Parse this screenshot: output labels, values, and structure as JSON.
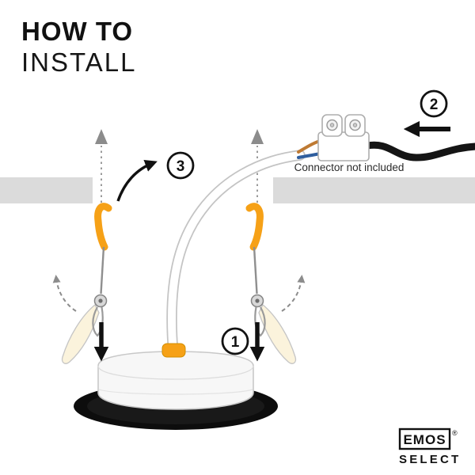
{
  "header": {
    "line1": "HOW TO",
    "line2": "INSTALL"
  },
  "steps": {
    "one": "1",
    "two": "2",
    "three": "3"
  },
  "connector": {
    "note": "Connector not included"
  },
  "logo": {
    "brand": "EMOS",
    "reg": "®",
    "sub": "SELECT"
  },
  "colors": {
    "orange": "#F6A117",
    "ceiling": "#DBDBDB",
    "gray": "#8C8C8C",
    "cream": "#FBF3DC",
    "black": "#111111",
    "wire_brown": "#BE7A33",
    "wire_blue": "#2F5E9E"
  }
}
